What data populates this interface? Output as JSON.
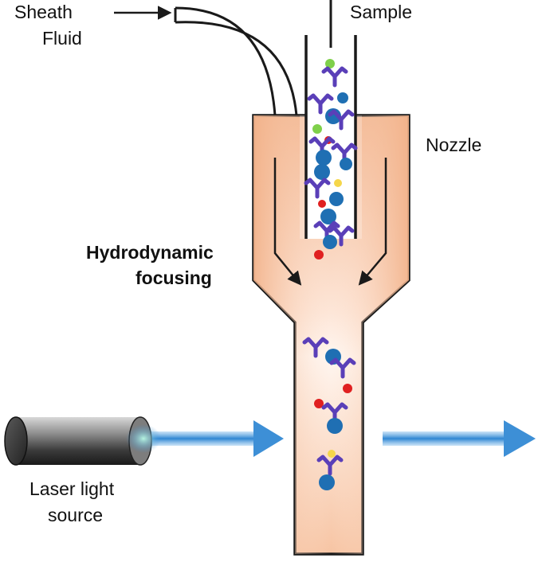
{
  "labels": {
    "sheath_line1": "Sheath",
    "sheath_line2": "Fluid",
    "sample": "Sample",
    "nozzle": "Nozzle",
    "focusing_line1": "Hydrodynamic",
    "focusing_line2": "focusing",
    "laser_line1": "Laser light",
    "laser_line2": "source"
  },
  "colors": {
    "nozzle_fill_top": "#f2b892",
    "nozzle_fill_light": "#fff3ec",
    "outline": "#1a1a1a",
    "laser_beam": "#3d8fd6",
    "antibody": "#5a3fb8",
    "cell": "#1f6fb3",
    "marker_red": "#e02020",
    "marker_green": "#7fd04a",
    "marker_yellow": "#f5d64a"
  },
  "icons": [
    "laser-cylinder-icon",
    "beam-arrow-icon",
    "flow-arrow-icon",
    "antibody-cell-icon"
  ]
}
